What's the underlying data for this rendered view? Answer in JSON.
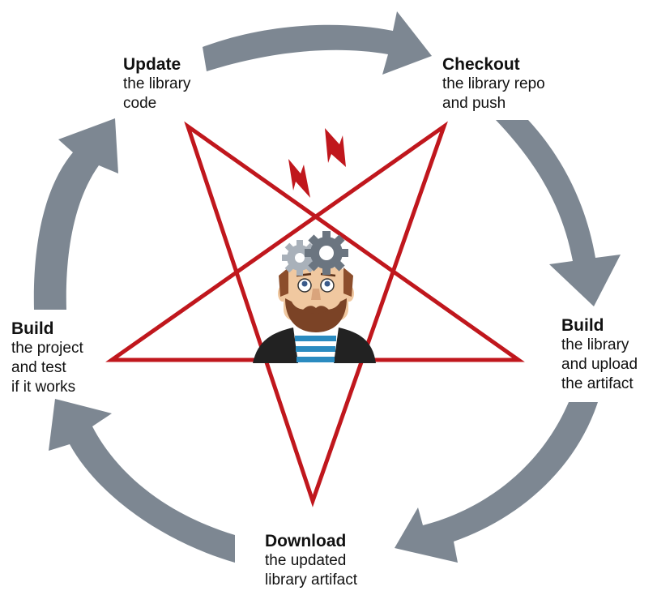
{
  "colors": {
    "arrow": "#7d8792",
    "pentagram": "#c0171d",
    "lightning": "#c0171d",
    "gear_light": "#a9b1ba",
    "gear_dark": "#6b7580",
    "skin": "#f0c8a0",
    "hair": "#8c4e2c",
    "beard": "#7b4326",
    "jacket": "#222222",
    "shirt_blue": "#2a8bc0",
    "shirt_white": "#ffffff",
    "text": "#111111"
  },
  "steps": [
    {
      "id": "update",
      "title": "Update",
      "lines": [
        "the library",
        "code"
      ]
    },
    {
      "id": "checkout",
      "title": "Checkout",
      "lines": [
        "the library repo",
        "and push"
      ]
    },
    {
      "id": "build_lib",
      "title": "Build",
      "lines": [
        "the library",
        "and upload",
        "the artifact"
      ]
    },
    {
      "id": "download",
      "title": "Download",
      "lines": [
        "the updated",
        "library artifact"
      ]
    },
    {
      "id": "build_proj",
      "title": "Build",
      "lines": [
        "the project",
        "and test",
        "if it works"
      ]
    }
  ],
  "icons": {
    "cycle_arrows": "circular-arrow-icon",
    "pentagram": "pentagram-icon",
    "lightning": "lightning-bolt-icon",
    "gears": "gear-icon",
    "developer": "developer-avatar-icon"
  }
}
